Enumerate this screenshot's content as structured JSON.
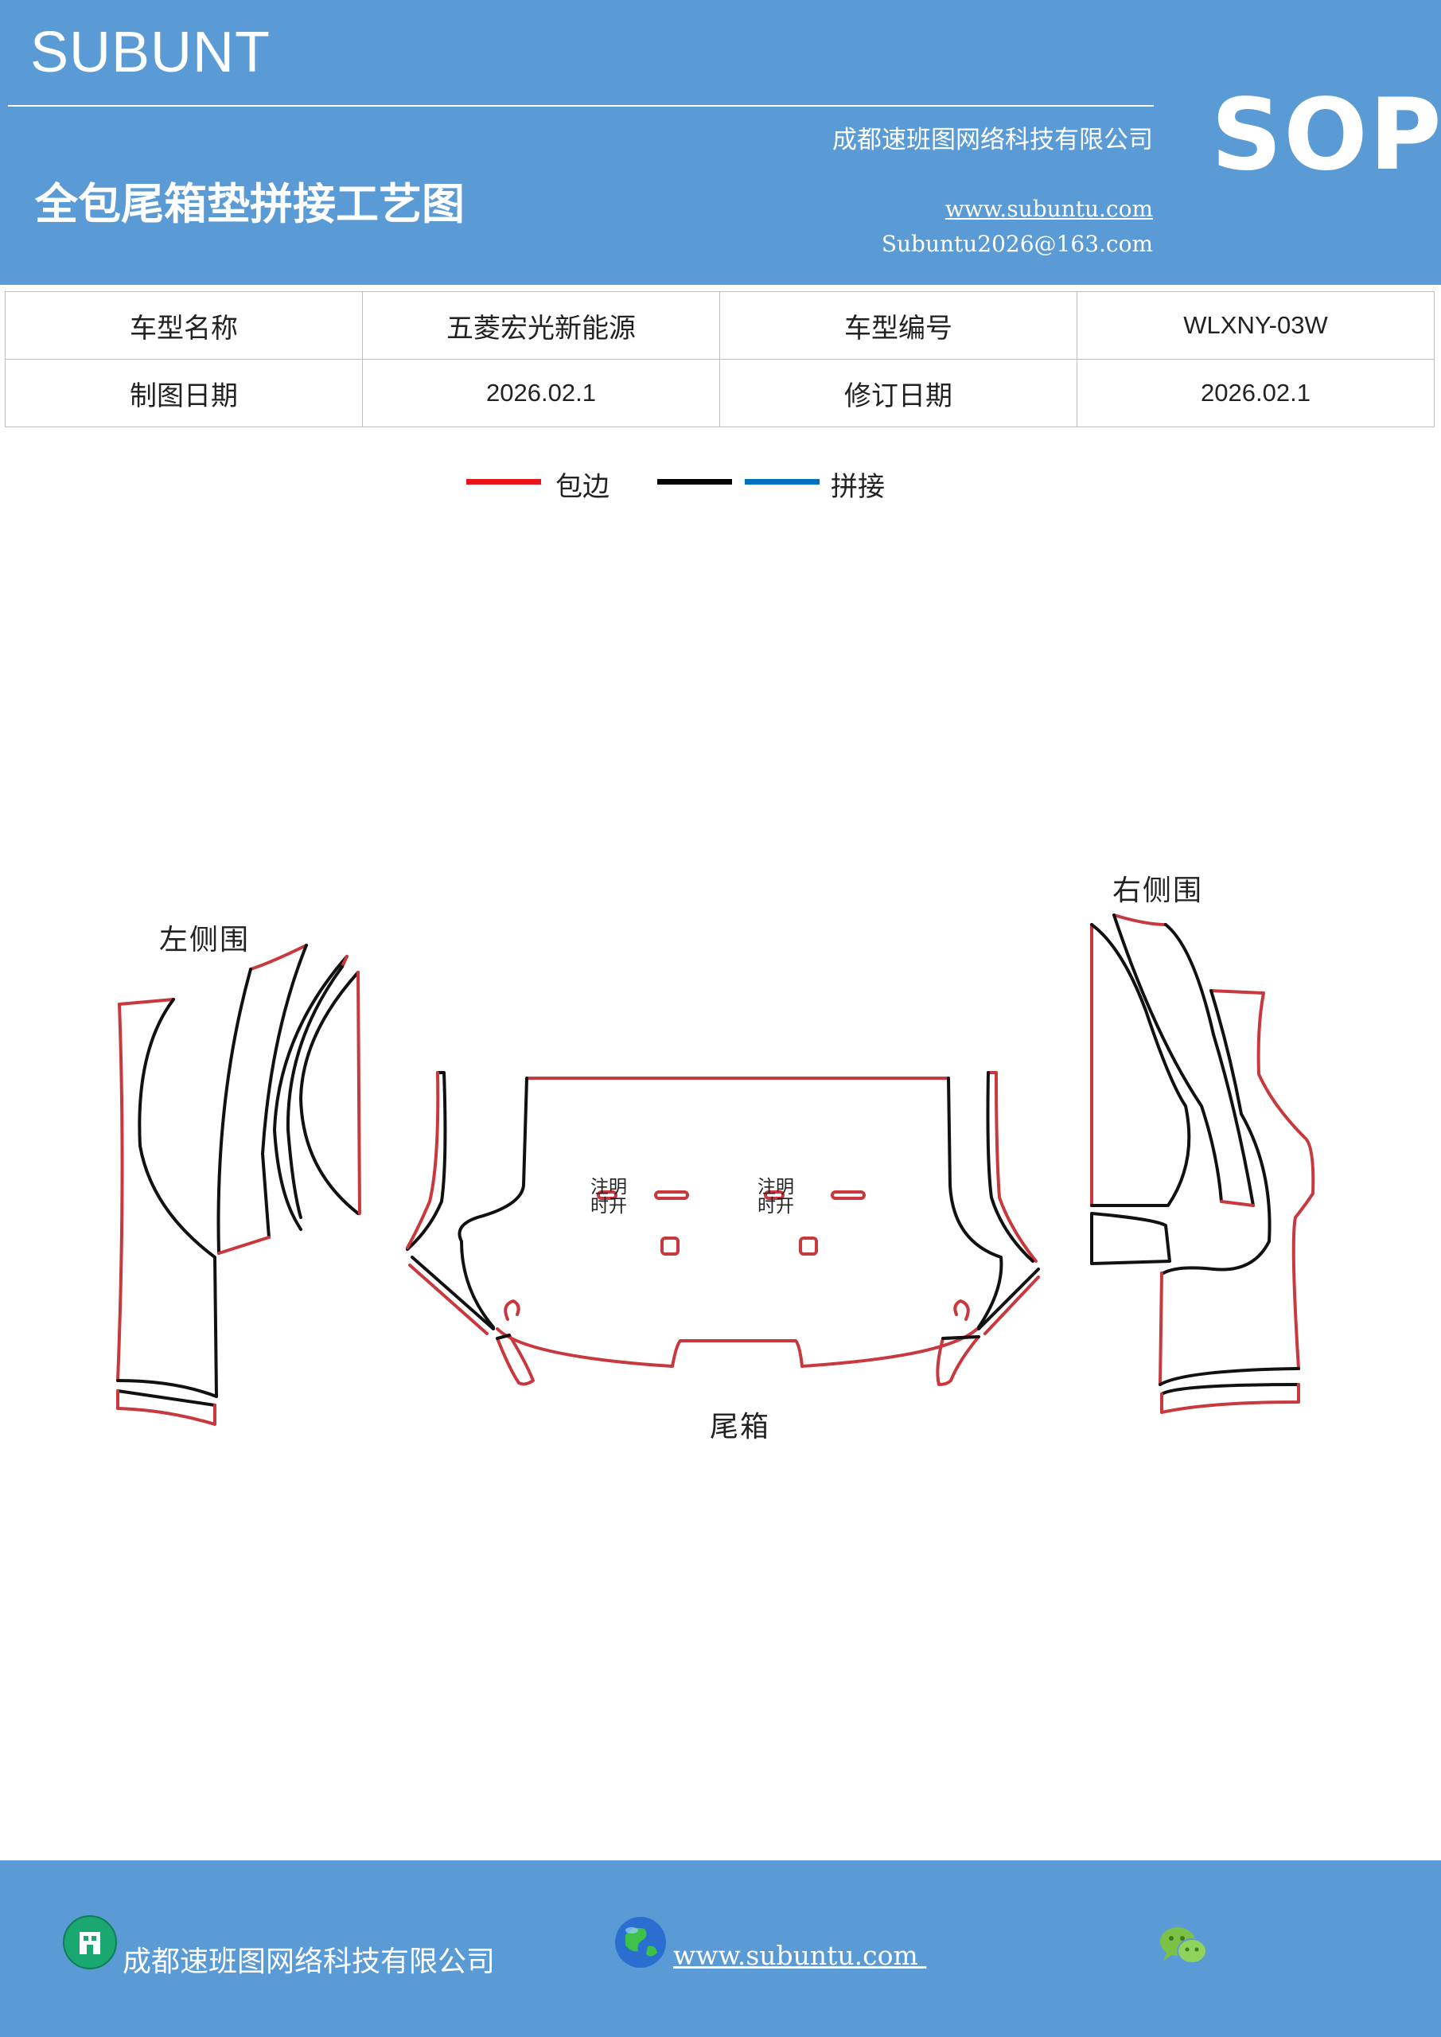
{
  "header": {
    "brand": "SUBUNT",
    "company": "成都速班图网络科技有限公司",
    "title": "全包尾箱垫拼接工艺图",
    "website": "www.subuntu.com",
    "email": "Subuntu2026@163.com",
    "sop": "SOP"
  },
  "info_table": {
    "rows": [
      [
        "车型名称",
        "五菱宏光新能源",
        "车型编号",
        "WLXNY-03W"
      ],
      [
        "制图日期",
        "2026.02.1",
        "修订日期",
        "2026.02.1"
      ]
    ]
  },
  "legend": {
    "items": [
      {
        "label": "包边",
        "color": "#e8141b"
      },
      {
        "label": "",
        "color": "#000000"
      },
      {
        "label": "拼接",
        "color": "#0070c0"
      }
    ]
  },
  "drawing": {
    "labels": {
      "left": "左侧围",
      "right": "右侧围",
      "trunk": "尾箱"
    },
    "hole_note": "注明时开",
    "colors": {
      "edge": "#c8383c",
      "seam": "#111111"
    }
  },
  "footer": {
    "company": "成都速班图网络科技有限公司",
    "website": "www.subuntu.com "
  },
  "icons": [
    "building-icon",
    "globe-icon",
    "wechat-icon",
    "qr-code"
  ]
}
